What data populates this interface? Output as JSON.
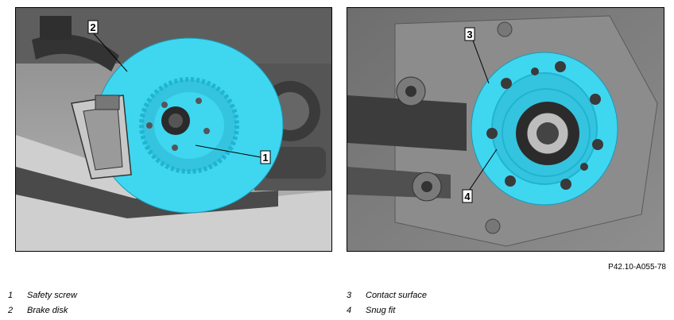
{
  "figure_id": "P42.10-A055-78",
  "left_panel": {
    "callouts": [
      {
        "number": "1"
      },
      {
        "number": "2"
      }
    ]
  },
  "right_panel": {
    "callouts": [
      {
        "number": "3"
      },
      {
        "number": "4"
      }
    ]
  },
  "legend_left": [
    {
      "number": "1",
      "text": "Safety screw"
    },
    {
      "number": "2",
      "text": "Brake disk"
    }
  ],
  "legend_right": [
    {
      "number": "3",
      "text": "Contact surface"
    },
    {
      "number": "4",
      "text": "Snug fit"
    }
  ],
  "colors": {
    "highlight": "#3fd6f0",
    "highlight_dark": "#1fb4d2",
    "background_gray": "#7a7a7a",
    "dark_gray": "#3c3c3c"
  }
}
